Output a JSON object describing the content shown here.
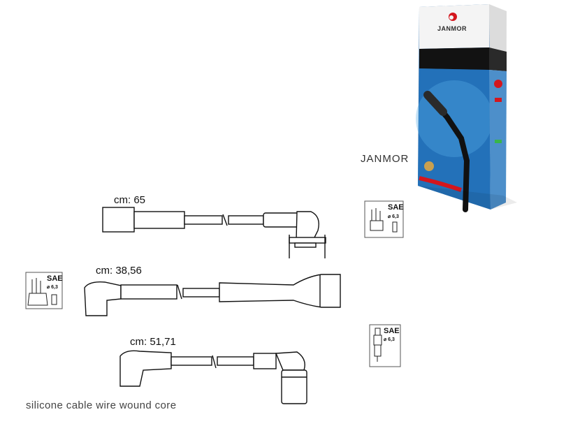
{
  "brand": {
    "name": "JANMOR",
    "box_logo": "JANMOR",
    "logo_color": "#d4161d",
    "box_blue": "#1a63a8",
    "box_black": "#121212"
  },
  "cables": [
    {
      "length_label": "cm: 65"
    },
    {
      "length_label": "cm: 38,56"
    },
    {
      "length_label": "cm: 51,71"
    }
  ],
  "sae_badges": [
    {
      "label": "SAE",
      "diameter": "⌀ 6,3",
      "icon": "distributor-cap-icon"
    },
    {
      "label": "SAE",
      "diameter": "⌀ 6,3",
      "icon": "distributor-cap-icon"
    },
    {
      "label": "SAE",
      "diameter": "⌀ 6,3",
      "icon": "spark-plug-icon"
    }
  ],
  "footer": {
    "text": "silicone cable wire wound core"
  }
}
